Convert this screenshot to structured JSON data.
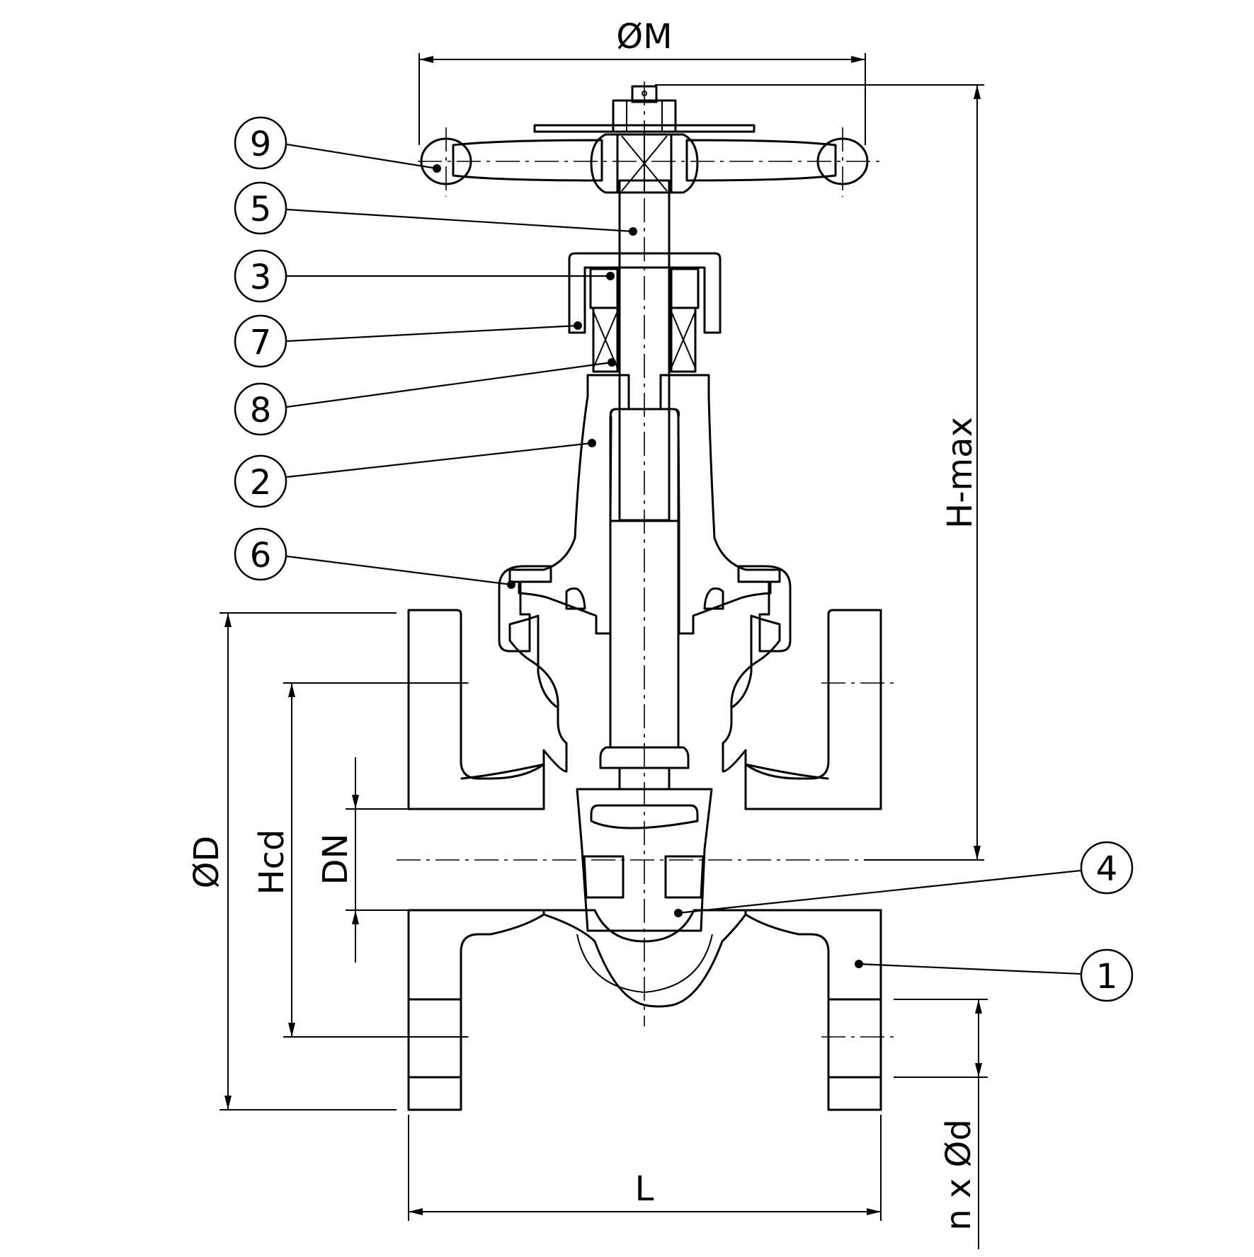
{
  "dimensions": {
    "handwheel_diameter": "ØM",
    "overall_height": "H-max",
    "flange_diameter": "ØD",
    "bolt_circle_height": "Hcd",
    "nominal_diameter": "DN",
    "face_to_face_length": "L",
    "bolt_holes": "n x Ød"
  },
  "callouts": [
    {
      "id": "9",
      "label": "9"
    },
    {
      "id": "5",
      "label": "5"
    },
    {
      "id": "3",
      "label": "3"
    },
    {
      "id": "7",
      "label": "7"
    },
    {
      "id": "8",
      "label": "8"
    },
    {
      "id": "2",
      "label": "2"
    },
    {
      "id": "6",
      "label": "6"
    },
    {
      "id": "4",
      "label": "4"
    },
    {
      "id": "1",
      "label": "1"
    }
  ],
  "colors": {
    "line": "#000000",
    "background": "#ffffff"
  }
}
